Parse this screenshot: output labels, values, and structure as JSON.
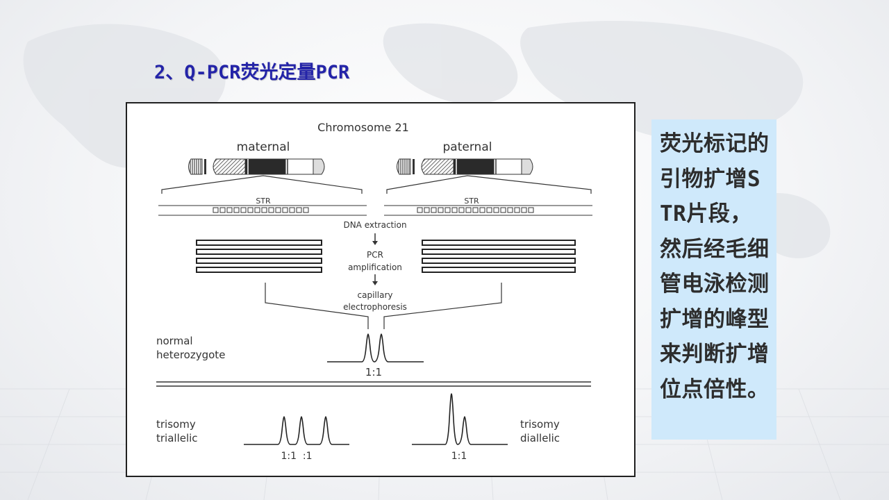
{
  "slide": {
    "title": "2、Q-PCR荧光定量PCR"
  },
  "figure": {
    "title": "Chromosome 21",
    "maternal_label": "maternal",
    "paternal_label": "paternal",
    "str_label": "STR",
    "step1": "DNA extraction",
    "step2_line1": "PCR",
    "step2_line2": "amplification",
    "step3_line1": "capillary",
    "step3_line2": "electrophoresis",
    "normal_line1": "normal",
    "normal_line2": "heterozygote",
    "ratio_normal": "1:1",
    "trisomy_tri_line1": "trisomy",
    "trisomy_tri_line2": "triallelic",
    "ratio_tri": "1:1  :1",
    "trisomy_di_line1": "trisomy",
    "trisomy_di_line2": "diallelic",
    "ratio_di": "1:1"
  },
  "note": {
    "text": "荧光标记的引物扩增STR片段，然后经毛细管电泳检测扩增的峰型来判断扩增位点倍性。"
  }
}
